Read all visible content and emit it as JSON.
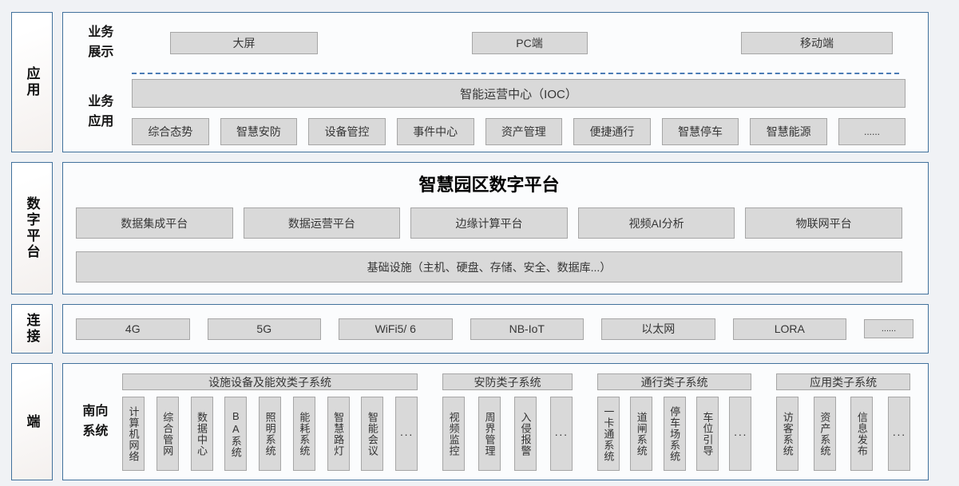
{
  "colors": {
    "page_bg": "#f0f2f5",
    "panel_bg": "#fbfcfd",
    "panel_border": "#41719c",
    "box_fill": "#d9d9d9",
    "box_border": "#a6a6a6",
    "dashed_line": "#4a7bb5"
  },
  "side_labels": [
    {
      "label": "应用"
    },
    {
      "label": "数字平台"
    },
    {
      "label": "连接"
    },
    {
      "label": "端"
    }
  ],
  "application": {
    "display_label": "业务展示",
    "display_items": [
      "大屏",
      "PC端",
      "移动端"
    ],
    "apps_label": "业务应用",
    "ioc": "智能运营中心（IOC）",
    "apps": [
      "综合态势",
      "智慧安防",
      "设备管控",
      "事件中心",
      "资产管理",
      "便捷通行",
      "智慧停车",
      "智慧能源"
    ],
    "apps_more": "......"
  },
  "platform": {
    "title": "智慧园区数字平台",
    "platforms": [
      "数据集成平台",
      "数据运营平台",
      "边缘计算平台",
      "视频AI分析",
      "物联网平台"
    ],
    "infrastructure": "基础设施（主机、硬盘、存储、安全、数据库...）"
  },
  "connection": {
    "items": [
      "4G",
      "5G",
      "WiFi5/ 6",
      "NB-IoT",
      "以太网",
      "LORA"
    ],
    "more": "......"
  },
  "terminal": {
    "label": "南向系统",
    "groups": [
      {
        "header": "设施设备及能效类子系统",
        "systems": [
          "计算机网络",
          "综合管网",
          "数据中心",
          "BA系统",
          "照明系统",
          "能耗系统",
          "智慧路灯",
          "智能会议"
        ],
        "more": "···"
      },
      {
        "header": "安防类子系统",
        "systems": [
          "视频监控",
          "周界管理",
          "入侵报警"
        ],
        "more": "···"
      },
      {
        "header": "通行类子系统",
        "systems": [
          "一卡通系统",
          "道闸系统",
          "停车场系统",
          "车位引导"
        ],
        "more": "···"
      },
      {
        "header": "应用类子系统",
        "systems": [
          "访客系统",
          "资产系统",
          "信息发布"
        ],
        "more": "···"
      }
    ]
  }
}
